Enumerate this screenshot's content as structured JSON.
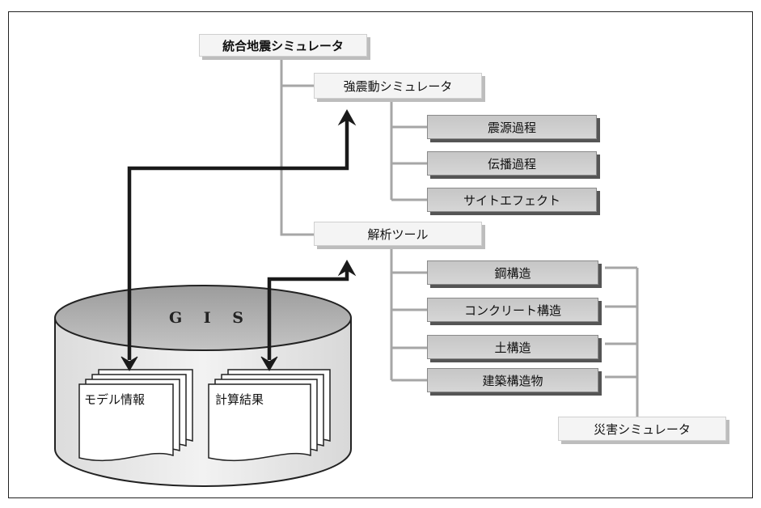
{
  "nodes": {
    "integrated_simulator": "統合地震シミュレータ",
    "strong_motion_simulator": "強震動シミュレータ",
    "source_process": "震源過程",
    "propagation_process": "伝播過程",
    "site_effect": "サイトエフェクト",
    "analysis_tool": "解析ツール",
    "steel_structure": "鋼構造",
    "concrete_structure": "コンクリート構造",
    "soil_structure": "土構造",
    "building_structure": "建築構造物",
    "disaster_simulator": "災害シミュレータ"
  },
  "database": {
    "label": "G I S",
    "model_info": "モデル情報",
    "calc_results": "計算結果"
  }
}
